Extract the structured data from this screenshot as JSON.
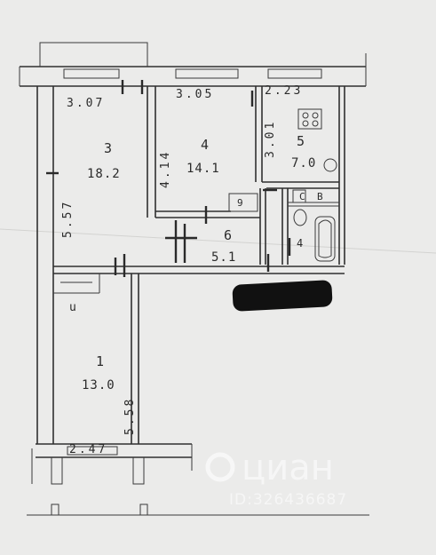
{
  "plan": {
    "rooms": [
      {
        "number": "3",
        "area": "18.2"
      },
      {
        "number": "4",
        "area": "14.1"
      },
      {
        "number": "5",
        "area": "7.0"
      },
      {
        "number": "6",
        "area": "5.1"
      },
      {
        "number": "1",
        "area": "13.0"
      }
    ],
    "dimensions": {
      "top_left": "3.07",
      "top_mid": "3.05",
      "top_right": "2.23",
      "left_wall": "5.57",
      "partition": "4.14",
      "kitchen_side": "3.01",
      "bottom": "2.47",
      "room1_side": "5.58"
    },
    "marks": {
      "bath_c": "C",
      "bath_b": "B",
      "small_4": "4",
      "small_u": "u",
      "closet_9": "9"
    }
  },
  "watermark": {
    "brand": "циан",
    "id": "ID:326436687"
  },
  "colors": {
    "paper": "#ebebea",
    "ink": "#2b2b2b",
    "redaction": "#111111"
  }
}
